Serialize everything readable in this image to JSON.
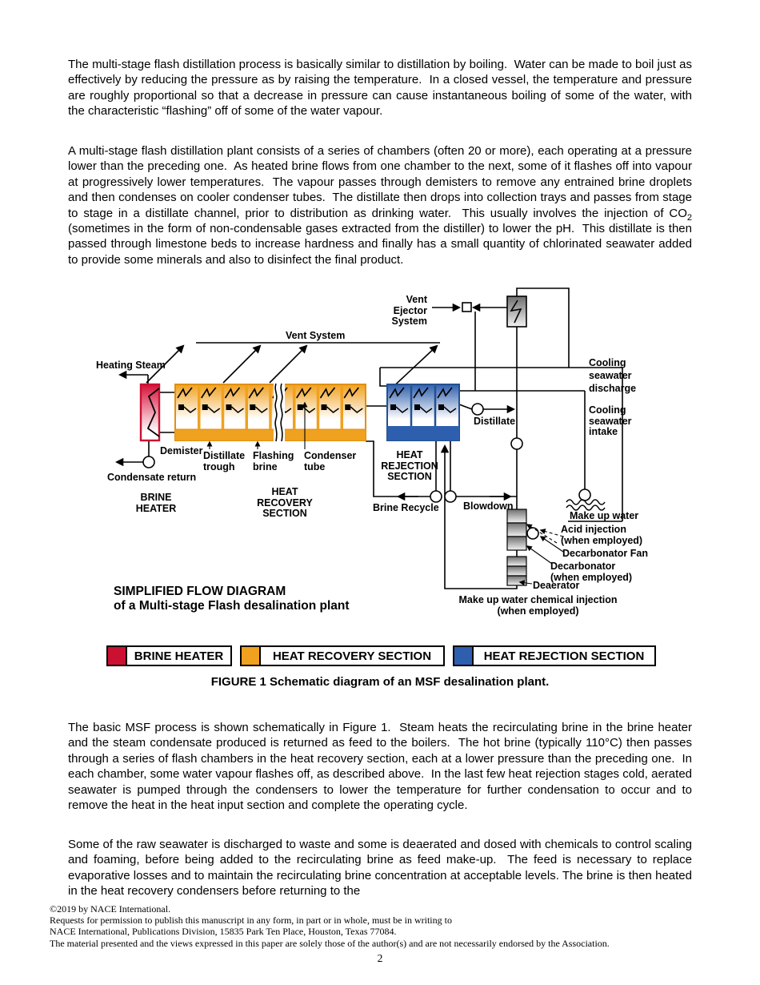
{
  "paragraphs": {
    "p1": "The multi-stage flash distillation process is basically similar to distillation by boiling.  Water can be made to boil just as effectively by reducing the pressure as by raising the temperature.  In a closed vessel, the temperature and pressure are roughly proportional so that a decrease in pressure can cause instantaneous boiling of some of the water, with the characteristic “flashing” off of some of the water vapour.",
    "p2_before_sub": "A multi-stage flash distillation plant consists of a series of chambers (often 20 or more), each operating at a pressure lower than the preceding one.  As heated brine flows from one chamber to the next, some of it flashes off into vapour at progressively lower temperatures.  The vapour passes through demisters to remove any entrained brine droplets and then condenses on cooler condenser tubes.  The distillate then drops into collection trays and passes from stage to stage in a distillate channel, prior to distribution as drinking water.  This usually involves the injection of CO",
    "p2_sub": "2",
    "p2_after_sub": " (sometimes in the form of non-condensable gases extracted from the distiller) to lower the pH.  This distillate is then passed through limestone beds to increase hardness and finally has a small quantity of chlorinated seawater added to provide some minerals and also to disinfect the final product.",
    "p3": "The basic MSF process is shown schematically in Figure 1.  Steam heats the recirculating brine in the brine heater and the steam condensate produced is returned as feed to the boilers.  The hot brine (typically 110°C) then passes through a series of flash chambers in the heat recovery section, each at a lower pressure than the preceding one.  In each chamber, some water vapour flashes off, as described above.  In the last few heat rejection stages cold, aerated seawater is pumped through the condensers to lower the temperature for further condensation to occur and to remove the heat in the heat input section and complete the operating cycle.",
    "p4": "Some of the raw seawater is discharged to waste and some is deaerated and dosed with chemicals to control scaling and foaming, before being added to the recirculating brine as feed make-up.  The feed is necessary to replace evaporative losses and to maintain the recirculating brine concentration at acceptable levels. The brine is then heated in the heat recovery condensers before returning to the"
  },
  "figure": {
    "title": "SIMPLIFIED FLOW DIAGRAM\nof a Multi-stage Flash desalination plant",
    "caption": "FIGURE 1 Schematic diagram of an MSF desalination plant.",
    "labels": {
      "vent_ejector_system": "Vent\nEjector\nSystem",
      "vent_system": "Vent System",
      "heating_steam": "Heating Steam",
      "demister": "Demister",
      "distillate_trough": "Distillate\ntrough",
      "flashing_brine": "Flashing\nbrine",
      "condenser_tube": "Condenser\ntube",
      "condensate_return": "Condensate return",
      "brine_heater": "BRINE\nHEATER",
      "heat_recovery_section": "HEAT\nRECOVERY\nSECTION",
      "heat_rejection_section": "HEAT\nREJECTION\nSECTION",
      "brine_recycle": "Brine Recycle",
      "blowdown": "Blowdown",
      "distillate": "Distillate",
      "cooling_seawater_discharge": "Cooling\nseawater\ndischarge",
      "cooling_seawater_intake": "Cooling\nseawater\nintake",
      "make_up_water": "Make up water",
      "acid_injection": "Acid injection\n(when employed)",
      "decarbonator_fan": "Decarbonator Fan",
      "decarbonator": "Decarbonator\n(when employed)",
      "deaerator": "Deaerator",
      "make_up_water_chemical_injection": "Make up water chemical injection\n(when employed)"
    }
  },
  "legend": {
    "items": [
      {
        "label": "BRINE HEATER",
        "color": "#cc1032"
      },
      {
        "label": "HEAT RECOVERY SECTION",
        "color": "#f0a11f"
      },
      {
        "label": "HEAT REJECTION SECTION",
        "color": "#2e5fae"
      }
    ]
  },
  "footer": {
    "lines": [
      "©2019 by NACE International.",
      "Requests for permission to publish this manuscript in any form, in part or in whole, must be in writing to",
      "NACE International, Publications Division, 15835 Park Ten Place, Houston, Texas 77084.",
      "The material presented and the views expressed in this paper are solely those of the author(s) and are not necessarily endorsed by the Association."
    ]
  },
  "page_number": "2"
}
